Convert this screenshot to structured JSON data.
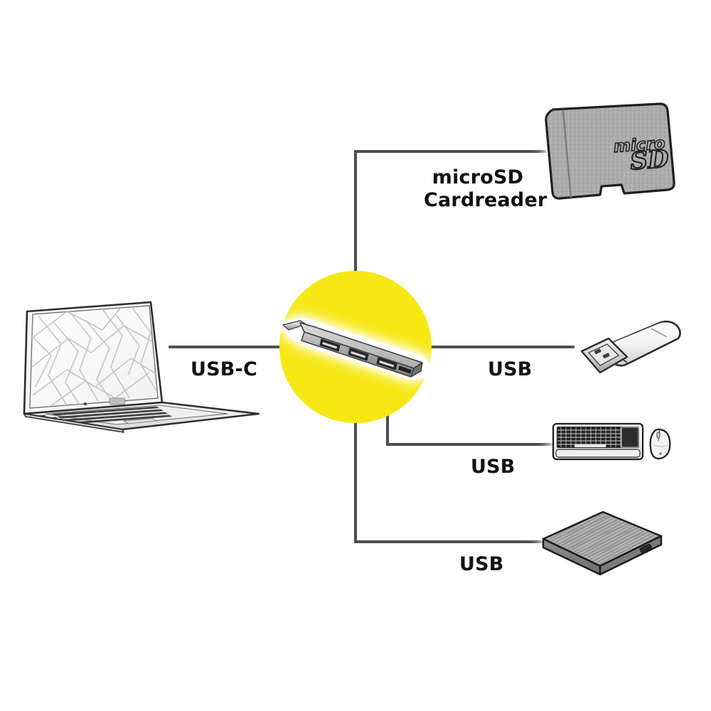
{
  "diagram": {
    "title": "USB-C Hub Connectivity Diagram",
    "background_color": "#ffffff",
    "accent_color": "#f6e813",
    "line_color": "#4d4d4d",
    "text_color": "#111111"
  },
  "hub": {
    "name": "usb-c-hub",
    "description": "Aluminium USB-C multiport hub",
    "body_color": "#9c9c9c",
    "highlight_color": "#d8d8d8"
  },
  "connections": [
    {
      "id": "usb-c-host",
      "label": "USB-C",
      "port_type": "USB-C",
      "device": "laptop",
      "side": "left"
    },
    {
      "id": "microsd-cardreader",
      "label": "microSD\nCardreader",
      "label_line_1": "microSD",
      "label_line_2": "Cardreader",
      "port_type": "microSD",
      "device": "microsd-card",
      "side": "top-right"
    },
    {
      "id": "usb-flash-drive",
      "label": "USB",
      "port_type": "USB",
      "device": "usb-flash-drive",
      "side": "right"
    },
    {
      "id": "usb-keyboard-mouse",
      "label": "USB",
      "port_type": "USB",
      "device": "keyboard-and-mouse",
      "side": "right-lower"
    },
    {
      "id": "usb-external-hdd",
      "label": "USB",
      "port_type": "USB",
      "device": "external-hard-drive",
      "side": "right-bottom"
    }
  ],
  "devices": {
    "laptop": {
      "name": "Notebook computer",
      "screen_pattern": "abstract geometric wallpaper"
    },
    "microsd_card": {
      "name": "microSD memory card",
      "logo_text": "microSD"
    },
    "usb_flash_drive": {
      "name": "USB flash drive"
    },
    "keyboard_and_mouse": {
      "name": "Keyboard and mouse set"
    },
    "external_hard_drive": {
      "name": "External hard disk drive"
    }
  }
}
